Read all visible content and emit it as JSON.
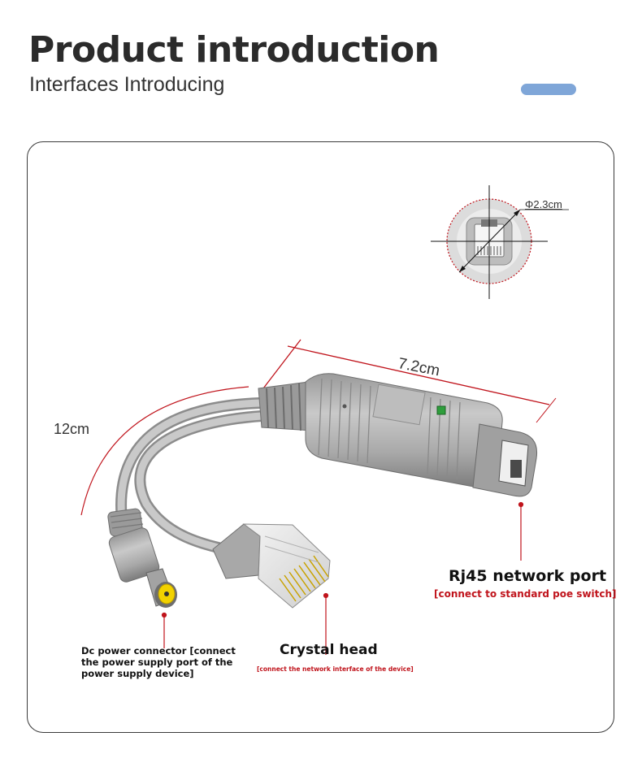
{
  "header": {
    "title": "Product introduction",
    "subtitle": "Interfaces Introducing"
  },
  "dimensions": {
    "port_diameter": "Φ2.3cm",
    "body_length": "7.2cm",
    "cable_length": "12cm"
  },
  "labels": {
    "rj45_title": "Rj45 network port",
    "rj45_desc": "[connect to standard poe switch]",
    "crystal_title": "Crystal head",
    "crystal_desc": "[connect the network interface of the device]",
    "dc_desc": "Dc power connector [connect the power supply port of the power supply device]"
  },
  "colors": {
    "accent": "#7fa6d8",
    "callout": "#c0141c",
    "cable_gray": "#a9a9a9"
  }
}
